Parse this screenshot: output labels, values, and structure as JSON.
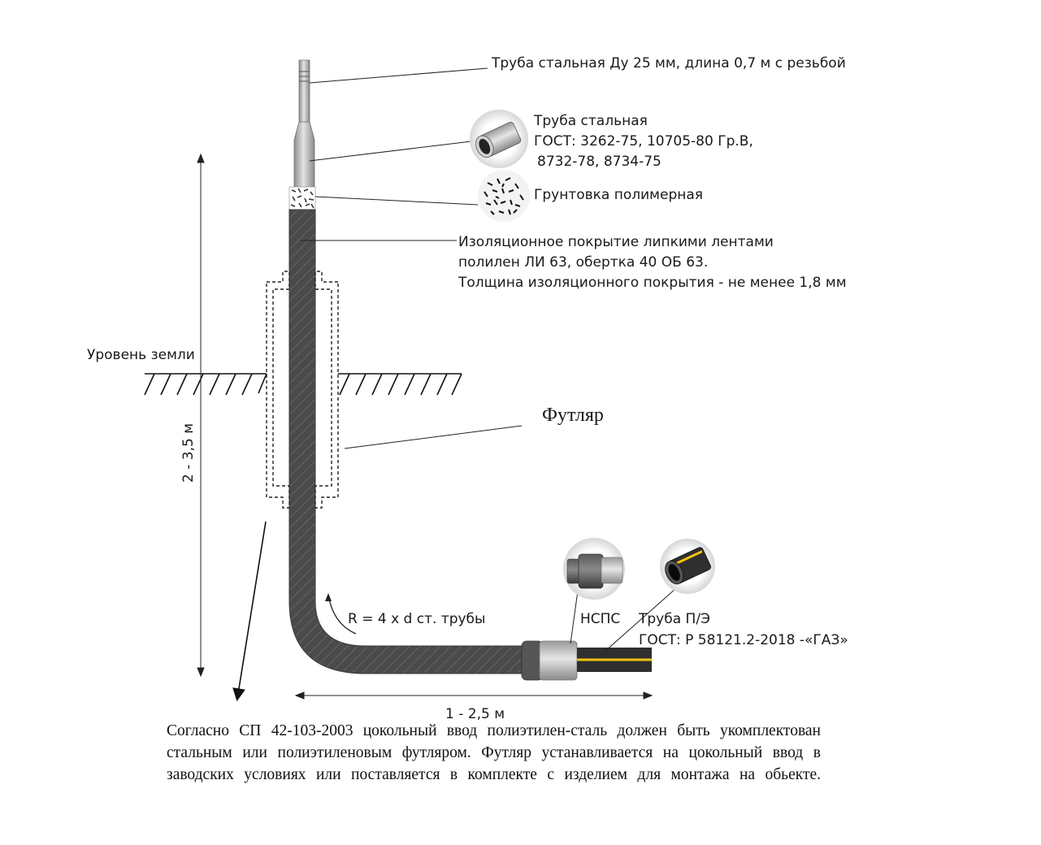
{
  "labels": {
    "steel_pipe_du25": "Труба стальная Ду 25 мм, длина 0,7 м с резьбой",
    "steel_pipe_title": "Труба стальная",
    "steel_pipe_gost_line1": "ГОСТ: 3262-75, 10705-80 Гр.В,",
    "steel_pipe_gost_line2": "8732-78, 8734-75",
    "primer": "Грунтовка полимерная",
    "insulation_line1": "Изоляционное покрытие липкими лентами",
    "insulation_line2": "полилен ЛИ 63, обертка 40 ОБ 63.",
    "insulation_line3": "Толщина изоляционного покрытия - не менее 1,8 мм",
    "ground_level": "Уровень земли",
    "case": "Футляр",
    "height_dim": "2 - 3,5 м",
    "radius": "R = 4 x d ст. трубы",
    "nsps": "НСПС",
    "pe_pipe_title": "Труба П/Э",
    "pe_pipe_gost": "ГОСТ: Р 58121.2-2018 -«ГАЗ»",
    "length_dim": "1 - 2,5 м"
  },
  "note": {
    "line1": "Согласно СП 42-103-2003 цокольный ввод полиэтилен-сталь должен быть укомплектован",
    "line2": "стальным или полиэтиленовым футляром. Футляр устанавливается на цокольный ввод в",
    "line3": "заводских условиях или поставляется в комплекте с изделием для монтажа на обьекте."
  },
  "colors": {
    "insulated_pipe": "#4a4a4a",
    "steel_pipe": "#b8b8b8",
    "pe_pipe": "#2f2f2f",
    "pe_stripe": "#f2c40f",
    "line": "#111111"
  }
}
